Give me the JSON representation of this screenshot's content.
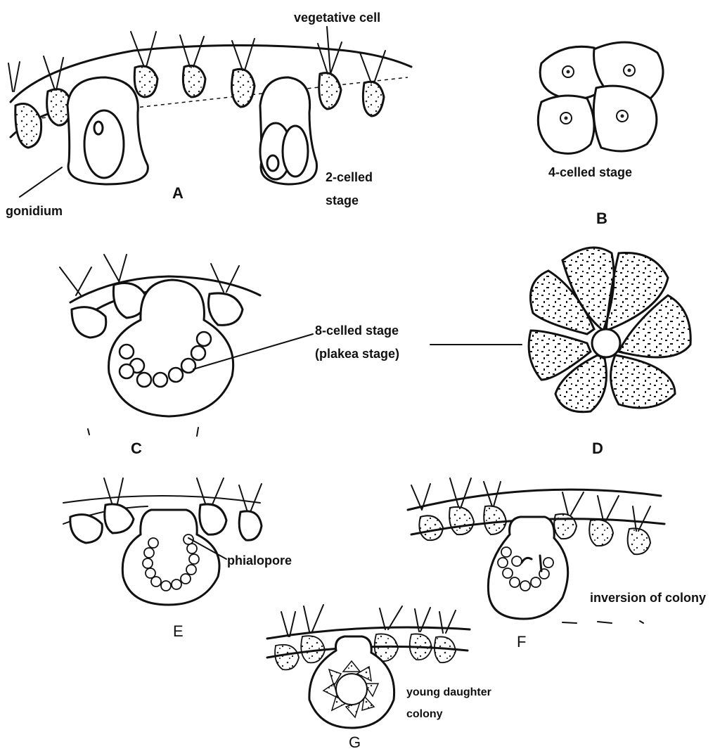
{
  "panels": {
    "A": {
      "letter": "A",
      "labels": {
        "vegetative_cell": "vegetative cell",
        "gonidium": "gonidium",
        "two_celled_line1": "2-celled",
        "two_celled_line2": "stage"
      }
    },
    "B": {
      "letter": "B",
      "label": "4-celled stage"
    },
    "C": {
      "letter": "C"
    },
    "D": {
      "letter": "D"
    },
    "CD_shared": {
      "line1": "8-celled stage",
      "line2": "(plakea stage)"
    },
    "E": {
      "letter": "E",
      "label": "phialopore"
    },
    "F": {
      "letter": "F",
      "label": "inversion of colony"
    },
    "G": {
      "letter": "G",
      "label_line1": "young  daughter",
      "label_line2": "colony"
    }
  },
  "colors": {
    "ink": "#111111",
    "background": "#ffffff"
  }
}
